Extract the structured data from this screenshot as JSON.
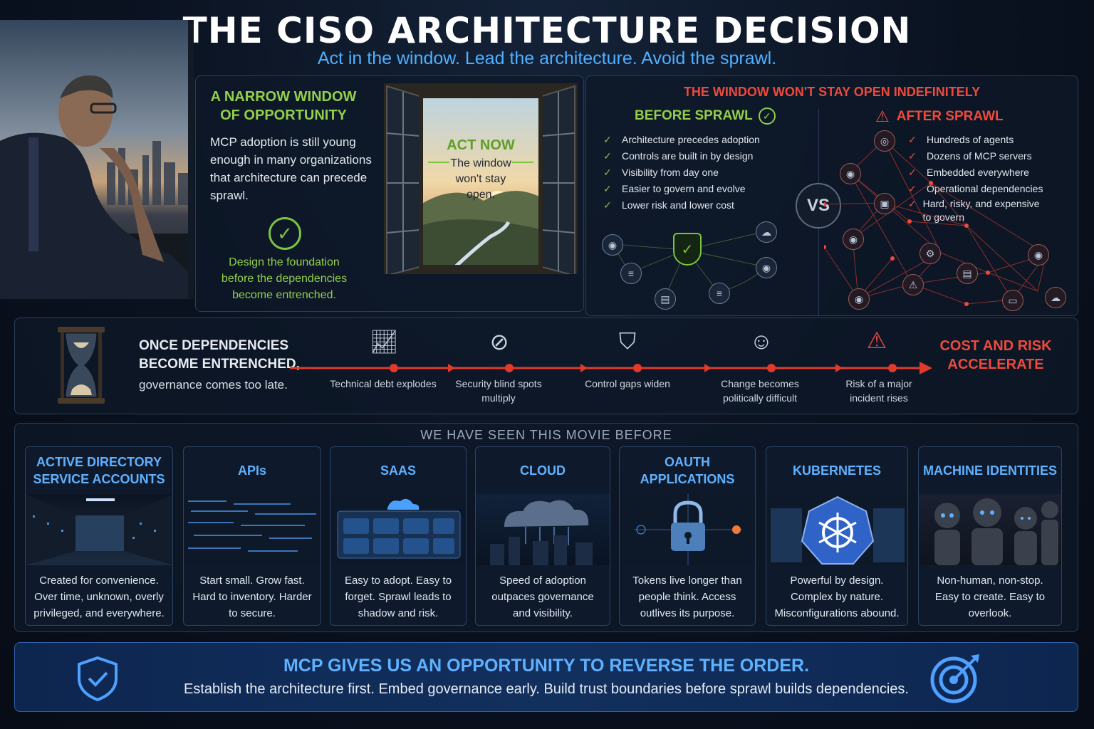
{
  "header": {
    "title": "THE CISO ARCHITECTURE DECISION",
    "subtitle": "Act in the window. Lead the architecture. Avoid the sprawl."
  },
  "window_panel": {
    "heading": "A NARROW WINDOW OF OPPORTUNITY",
    "body": "MCP adoption is still young enough in many organizations that architecture can precede sprawl.",
    "tagline": "Design the foundation before the dependencies become entrenched.",
    "act_now": "ACT NOW",
    "window_note": "The window won't stay open."
  },
  "sprawl_panel": {
    "heading": "THE WINDOW WON'T STAY OPEN INDEFINITELY",
    "before_title": "BEFORE SPRAWL",
    "after_title": "AFTER SPRAWL",
    "vs": "VS",
    "before_items": [
      "Architecture precedes adoption",
      "Controls are built in by design",
      "Visibility from day one",
      "Easier to govern and evolve",
      "Lower risk and lower cost"
    ],
    "after_items": [
      "Hundreds of agents",
      "Dozens of MCP servers",
      "Embedded everywhere",
      "Operational dependencies",
      "Hard, risky, and expensive to govern"
    ]
  },
  "timeline": {
    "lead_heading": "ONCE DEPENDENCIES BECOME ENTRENCHED,",
    "lead_body": "governance comes too late.",
    "end_label": "COST AND RISK ACCELERATE",
    "steps": [
      {
        "label": "Technical debt explodes",
        "icon": "chart-up-icon"
      },
      {
        "label": "Security blind spots multiply",
        "icon": "eye-off-icon"
      },
      {
        "label": "Control gaps widen",
        "icon": "broken-shield-icon"
      },
      {
        "label": "Change becomes politically difficult",
        "icon": "people-icon"
      },
      {
        "label": "Risk of a major incident rises",
        "icon": "warning-icon"
      }
    ]
  },
  "movie": {
    "heading": "WE HAVE SEEN THIS MOVIE BEFORE",
    "cards": [
      {
        "title": "ACTIVE DIRECTORY SERVICE ACCOUNTS",
        "desc": "Created for convenience. Over time, unknown, overly privileged, and everywhere."
      },
      {
        "title": "APIs",
        "desc": "Start small. Grow fast. Hard to inventory. Harder to secure."
      },
      {
        "title": "SAAS",
        "desc": "Easy to adopt. Easy to forget. Sprawl leads to shadow and risk."
      },
      {
        "title": "CLOUD",
        "desc": "Speed of adoption outpaces governance and visibility."
      },
      {
        "title": "OAUTH APPLICATIONS",
        "desc": "Tokens live longer than people think. Access outlives its purpose."
      },
      {
        "title": "KUBERNETES",
        "desc": "Powerful by design. Complex by nature. Misconfigurations abound."
      },
      {
        "title": "MACHINE IDENTITIES",
        "desc": "Non-human, non-stop. Easy to create. Easy to overlook."
      }
    ]
  },
  "cta": {
    "headline": "MCP GIVES US AN OPPORTUNITY TO REVERSE THE ORDER.",
    "body": "Establish the architecture first. Embed governance early. Build trust boundaries before sprawl builds dependencies."
  },
  "colors": {
    "accent_blue": "#4fb0ff",
    "accent_green": "#93cf4a",
    "accent_red": "#ef4a3c",
    "background": "#0a1220"
  }
}
